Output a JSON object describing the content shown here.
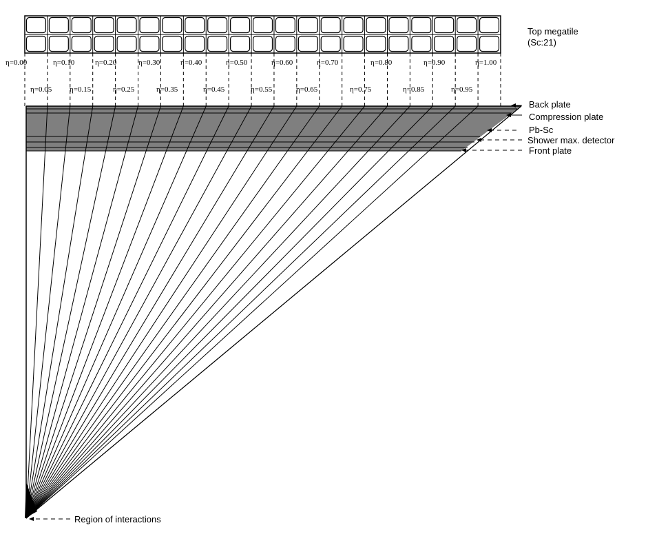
{
  "megatile": {
    "title_line1": "Top megatile",
    "title_line2": "(Sc:21)"
  },
  "eta_top_row": [
    "η=0.00",
    "η=0.10",
    "η=0.20",
    "η=0.30",
    "η=0.40",
    "η=0.50",
    "η=0.60",
    "η=0.70",
    "η=0.80",
    "η=0.90",
    "η=1.00"
  ],
  "eta_bottom_row": [
    "η=0.05",
    "η=0.15",
    "η=0.25",
    "η=0.35",
    "η=0.45",
    "η=0.55",
    "η=0.65",
    "η=0.75",
    "η=0.85",
    "η=0.95"
  ],
  "layers": {
    "back_plate": "Back plate",
    "compression_plate": "Compression plate",
    "pb_sc": "Pb-Sc",
    "shower_max": "Shower max. detector",
    "front_plate": "Front plate"
  },
  "origin_label": "Region of interactions",
  "colors": {
    "calorimeter_fill": "#7f7f7f",
    "line": "#000000"
  }
}
